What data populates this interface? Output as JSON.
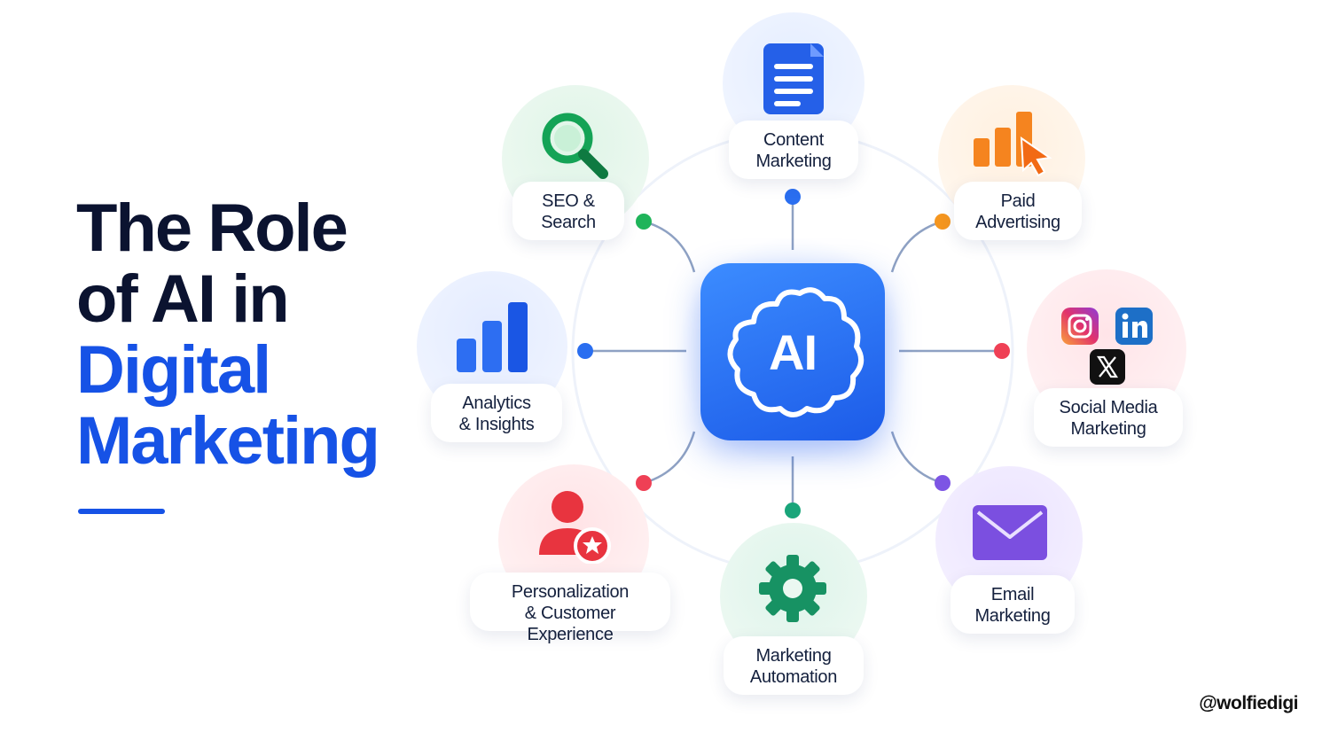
{
  "title": {
    "line1": "The Role",
    "line2": "of AI in",
    "line3": "Digital",
    "line4": "Marketing"
  },
  "center": {
    "label": "AI"
  },
  "nodes": [
    {
      "id": "content",
      "line1": "Content",
      "line2": "Marketing",
      "icon": "document-icon",
      "color": "#1e5ae6"
    },
    {
      "id": "seo",
      "line1": "SEO &",
      "line2": "Search",
      "icon": "magnifier-icon",
      "color": "#12a150"
    },
    {
      "id": "paid",
      "line1": "Paid",
      "line2": "Advertising",
      "icon": "bar-chart-cursor-icon",
      "color": "#f58a1f"
    },
    {
      "id": "analytics",
      "line1": "Analytics",
      "line2": "& Insights",
      "icon": "bar-chart-icon",
      "color": "#1e5ae6"
    },
    {
      "id": "social",
      "line1": "Social Media",
      "line2": "Marketing",
      "icon": "social-icons",
      "color": "#e5374a"
    },
    {
      "id": "personalization",
      "line1": "Personalization",
      "line2": "& Customer Experience",
      "icon": "user-star-icon",
      "color": "#e5374a"
    },
    {
      "id": "automation",
      "line1": "Marketing",
      "line2": "Automation",
      "icon": "gear-icon",
      "color": "#16936a"
    },
    {
      "id": "email",
      "line1": "Email",
      "line2": "Marketing",
      "icon": "envelope-icon",
      "color": "#7b4fe0"
    }
  ],
  "handle": "@wolfiedigi"
}
